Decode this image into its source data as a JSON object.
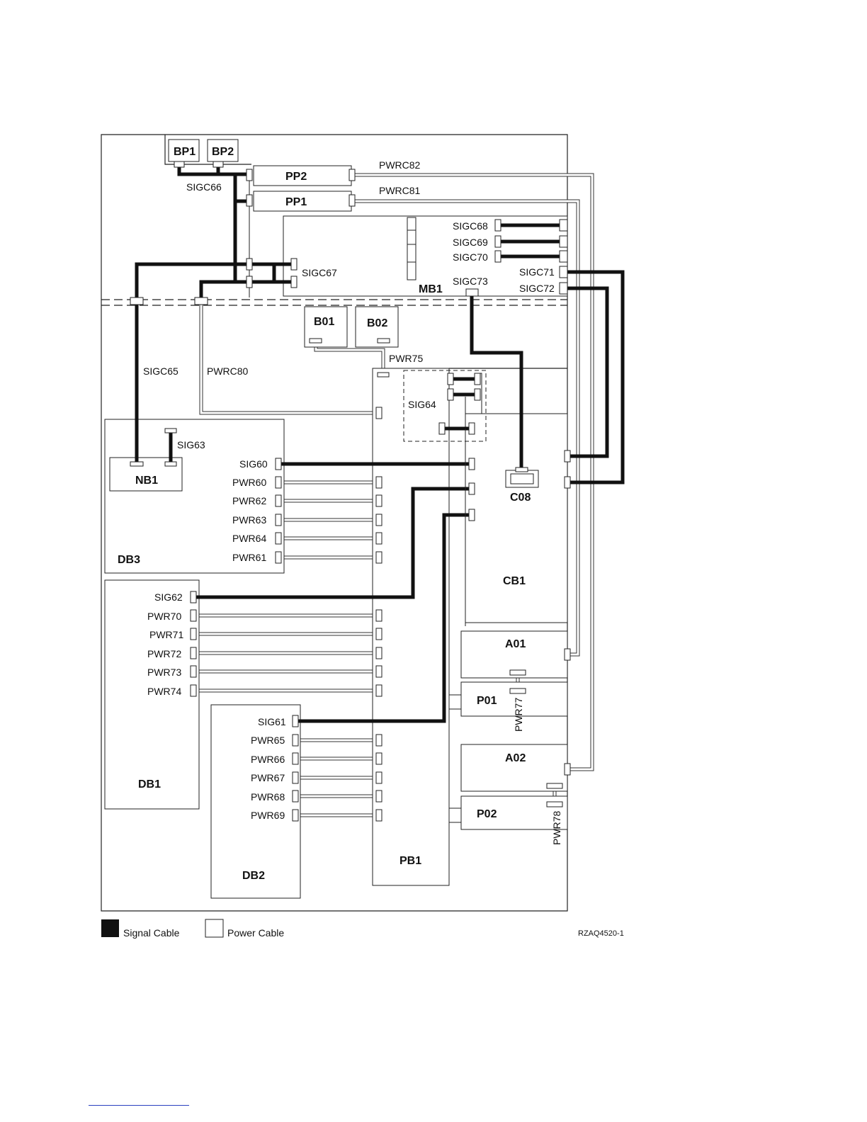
{
  "components": {
    "BP1": "BP1",
    "BP2": "BP2",
    "PP2": "PP2",
    "PP1": "PP1",
    "MB1": "MB1",
    "B01": "B01",
    "B02": "B02",
    "NB1": "NB1",
    "DB3": "DB3",
    "DB1": "DB1",
    "DB2": "DB2",
    "PB1": "PB1",
    "CB1": "CB1",
    "C08": "C08",
    "A01": "A01",
    "P01": "P01",
    "A02": "A02",
    "P02": "P02"
  },
  "cables": {
    "SIGC66": "SIGC66",
    "PWRC82": "PWRC82",
    "PWRC81": "PWRC81",
    "SIGC68": "SIGC68",
    "SIGC69": "SIGC69",
    "SIGC70": "SIGC70",
    "SIGC67": "SIGC67",
    "SIGC71": "SIGC71",
    "SIGC72": "SIGC72",
    "SIGC73": "SIGC73",
    "SIGC65": "SIGC65",
    "PWRC80": "PWRC80",
    "PWR75": "PWR75",
    "SIG64": "SIG64",
    "SIG63": "SIG63",
    "SIG60": "SIG60",
    "PWR60": "PWR60",
    "PWR62": "PWR62",
    "PWR63": "PWR63",
    "PWR64": "PWR64",
    "PWR61": "PWR61",
    "SIG62": "SIG62",
    "PWR70": "PWR70",
    "PWR71": "PWR71",
    "PWR72": "PWR72",
    "PWR73": "PWR73",
    "PWR74": "PWR74",
    "SIG61": "SIG61",
    "PWR65": "PWR65",
    "PWR66": "PWR66",
    "PWR67": "PWR67",
    "PWR68": "PWR68",
    "PWR69": "PWR69",
    "PWR77": "PWR77",
    "PWR78": "PWR78"
  },
  "legend": {
    "signal": "Signal Cable",
    "power": "Power Cable"
  },
  "figure_id": "RZAQ4520-1"
}
